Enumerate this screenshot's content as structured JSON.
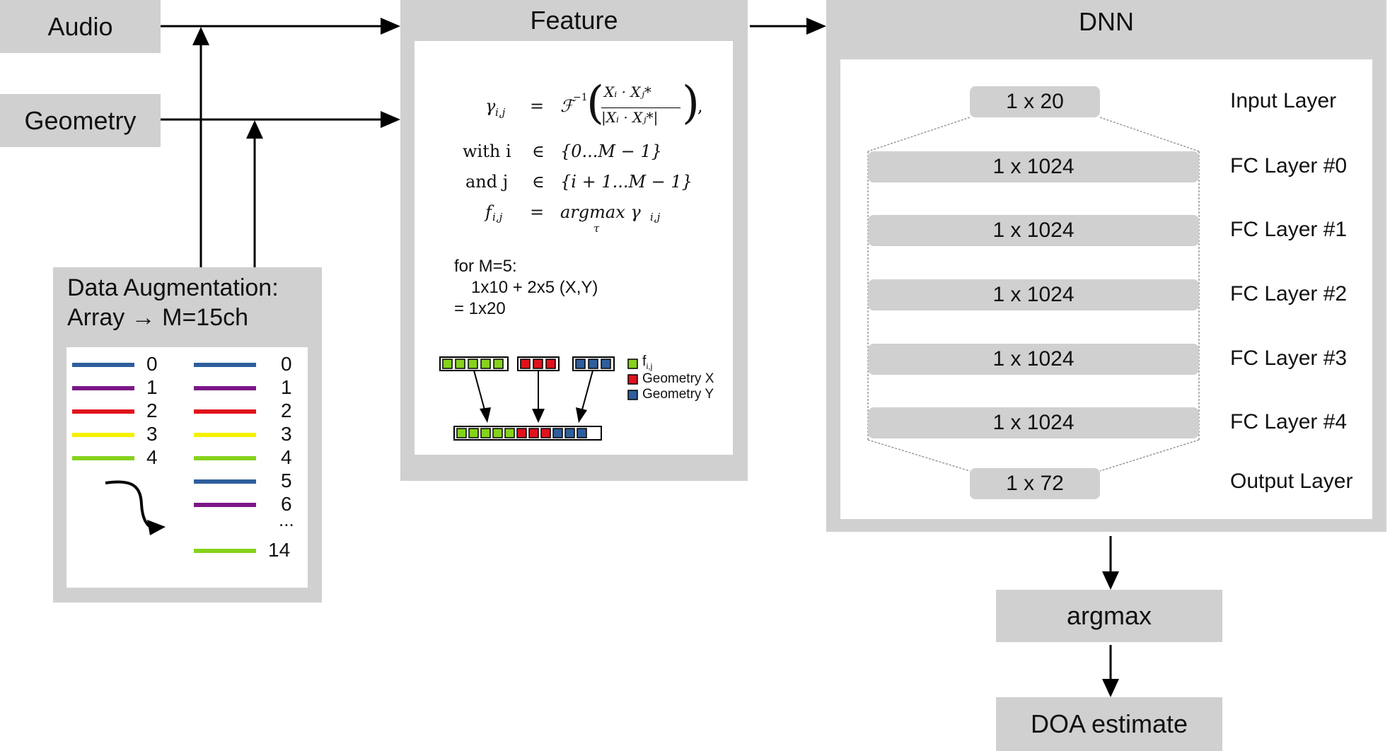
{
  "inputs": {
    "audio": "Audio",
    "geometry": "Geometry"
  },
  "augmentation": {
    "title_line1": "Data Augmentation:",
    "title_line2": "Array → M=15ch",
    "left_channels": [
      "0",
      "1",
      "2",
      "3",
      "4"
    ],
    "right_channels": [
      "0",
      "1",
      "2",
      "3",
      "4",
      "5",
      "6",
      "...",
      "14"
    ],
    "channel_colors": {
      "0": "#2e5e9c",
      "1": "#7b1787",
      "2": "#e0121c",
      "3": "#f5f000",
      "4": "#86d21d",
      "5": "#2e5e9c",
      "6": "#7b1787",
      "14": "#86d21d"
    }
  },
  "feature": {
    "title": "Feature",
    "eq_lhs_1": "γ",
    "eq_lhs_1_sub": "i,j",
    "eq_op": "=",
    "eq_rhs_1_fn": "ℱ",
    "eq_rhs_1_sup": "−1",
    "eq_num": "Xᵢ · Xⱼ*",
    "eq_den": "|Xᵢ · Xⱼ*|",
    "eq_rhs_1_tail": ",",
    "eq_lhs_2": "with i",
    "eq_op_2": "∈",
    "eq_rhs_2": "{0...M − 1}",
    "eq_lhs_3": "and j",
    "eq_op_3": "∈",
    "eq_rhs_3": "{i + 1...M − 1}",
    "eq_lhs_4": "f",
    "eq_lhs_4_sub": "i,j",
    "eq_op_4": "=",
    "eq_rhs_4": "argmax γ",
    "eq_rhs_4_sub": "i,j",
    "eq_rhs_4_under": "τ",
    "text_line1": "for M=5:",
    "text_line2": "1x10 + 2x5 (X,Y)",
    "text_line3": "= 1x20",
    "legend_f": "f",
    "legend_f_sub": "i,j",
    "legend_gx": "Geometry X",
    "legend_gy": "Geometry Y",
    "colors": {
      "f": "#86d21d",
      "gx": "#e0121c",
      "gy": "#2e5e9c"
    }
  },
  "dnn": {
    "title": "DNN",
    "layers": [
      {
        "size": "1 x 20",
        "name": "Input Layer"
      },
      {
        "size": "1 x 1024",
        "name": "FC Layer #0"
      },
      {
        "size": "1 x 1024",
        "name": "FC Layer #1"
      },
      {
        "size": "1 x 1024",
        "name": "FC Layer #2"
      },
      {
        "size": "1 x 1024",
        "name": "FC Layer #3"
      },
      {
        "size": "1 x 1024",
        "name": "FC Layer #4"
      },
      {
        "size": "1 x 72",
        "name": "Output Layer"
      }
    ]
  },
  "output": {
    "argmax": "argmax",
    "doa": "DOA estimate"
  }
}
